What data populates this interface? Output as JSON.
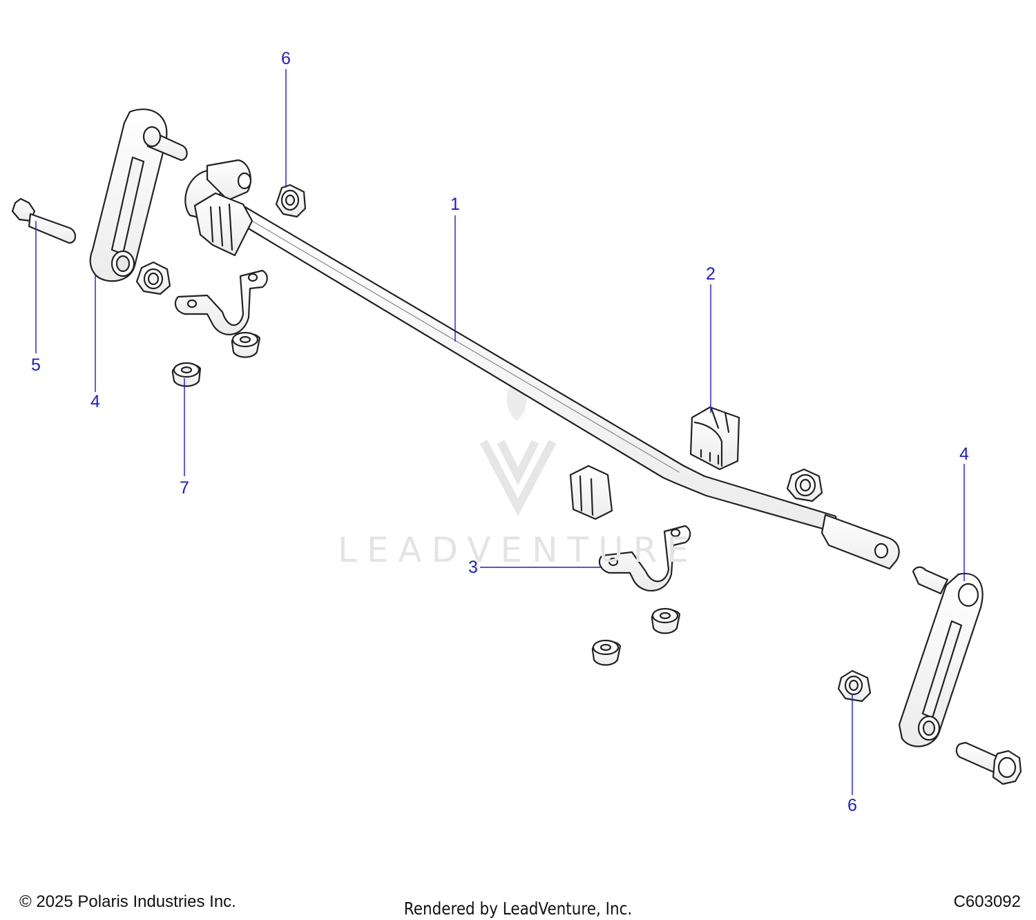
{
  "watermark": {
    "text": "LEADVENTURE"
  },
  "callouts": [
    {
      "id": "c1",
      "text": "1"
    },
    {
      "id": "c2",
      "text": "2"
    },
    {
      "id": "c3",
      "text": "3"
    },
    {
      "id": "c4a",
      "text": "4"
    },
    {
      "id": "c4b",
      "text": "4"
    },
    {
      "id": "c5",
      "text": "5"
    },
    {
      "id": "c6a",
      "text": "6"
    },
    {
      "id": "c6b",
      "text": "6"
    },
    {
      "id": "c7",
      "text": "7"
    }
  ],
  "footer": {
    "copyright": "© 2025 Polaris Industries Inc.",
    "rendered_by": "Rendered by LeadVenture, Inc.",
    "code": "C603092"
  },
  "colors": {
    "callout": "#1a1adc",
    "line": "#222222",
    "part_fill": "#ffffff"
  }
}
